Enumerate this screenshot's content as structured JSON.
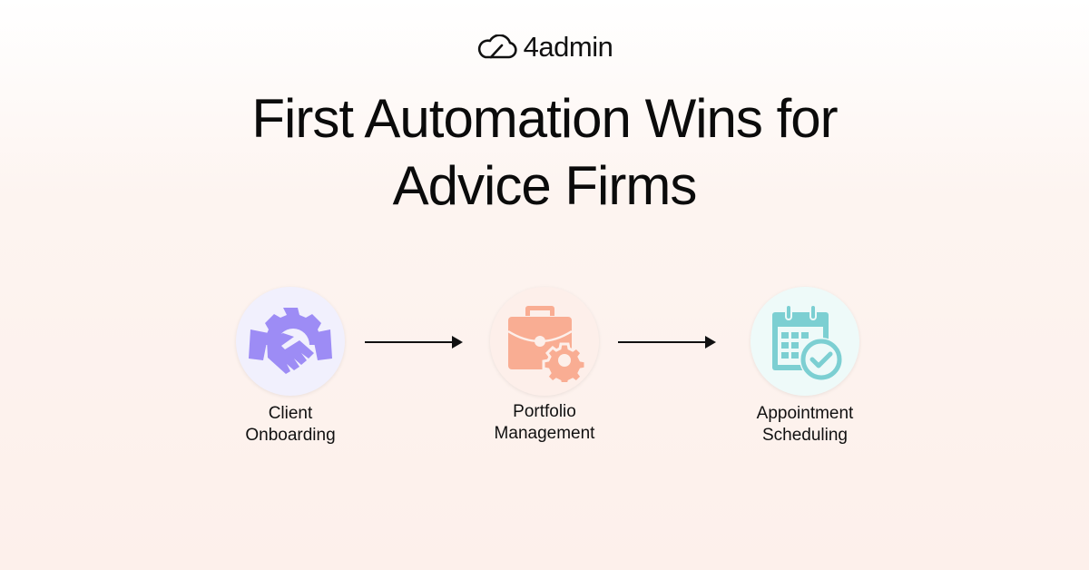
{
  "logo": {
    "text": "4admin",
    "icon": "cloud-icon"
  },
  "title": {
    "line1": "First Automation Wins for",
    "line2": "Advice Firms"
  },
  "steps": [
    {
      "label_line1": "Client",
      "label_line2": "Onboarding",
      "icon": "handshake-gear-icon",
      "color": "#9d8cf5",
      "bg": "#f1f0fd"
    },
    {
      "label_line1": "Portfolio",
      "label_line2": "Management",
      "icon": "briefcase-gear-icon",
      "color": "#f9ad93",
      "bg": "#fdefea"
    },
    {
      "label_line1": "Appointment",
      "label_line2": "Scheduling",
      "icon": "calendar-check-icon",
      "color": "#7ccfd2",
      "bg": "#eefaf9"
    }
  ],
  "arrows": [
    {
      "icon": "arrow-right-icon"
    },
    {
      "icon": "arrow-right-icon"
    }
  ]
}
